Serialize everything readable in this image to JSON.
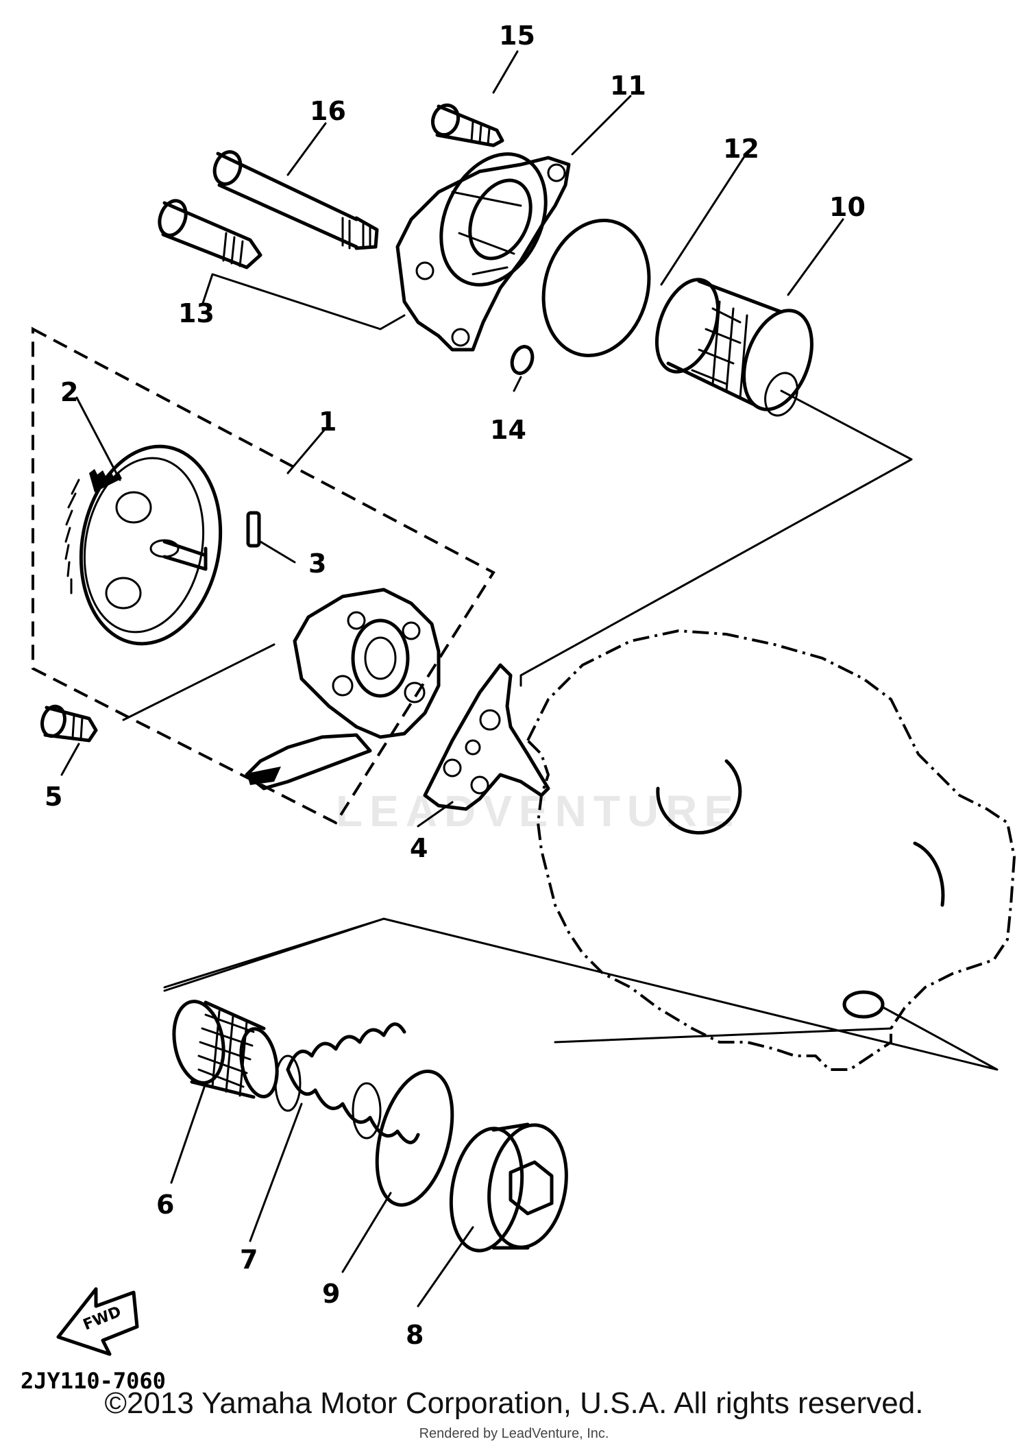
{
  "diagram_code": "2JY110-7060",
  "fwd_label": "FWD",
  "watermark": "LEADVENTURE",
  "copyright": "©2013 Yamaha Motor Corporation, U.S.A. All rights reserved.",
  "rendered_by": "Rendered by LeadVenture, Inc.",
  "callouts": {
    "c1": "1",
    "c2": "2",
    "c3": "3",
    "c4": "4",
    "c5": "5",
    "c6": "6",
    "c7": "7",
    "c8": "8",
    "c9": "9",
    "c10": "10",
    "c11": "11",
    "c12": "12",
    "c13": "13",
    "c14": "14",
    "c15": "15",
    "c16": "16"
  }
}
